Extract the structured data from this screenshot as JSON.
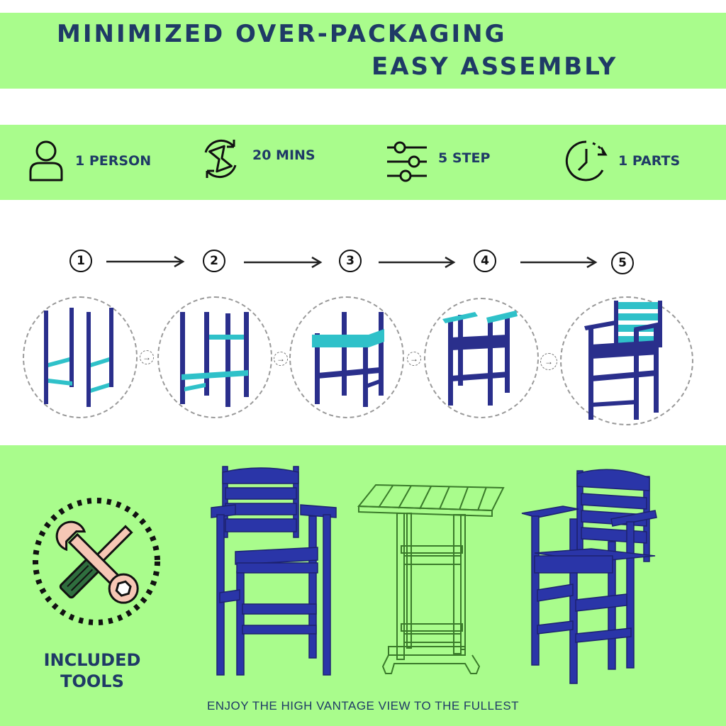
{
  "header": {
    "line1": "MINIMIZED OVER-PACKAGING",
    "line2": "EASY ASSEMBLY"
  },
  "features": [
    {
      "icon": "person-icon",
      "label": "1 PERSON"
    },
    {
      "icon": "hourglass-refresh-icon",
      "label": "20 MINS"
    },
    {
      "icon": "sliders-icon",
      "label": "5 STEP"
    },
    {
      "icon": "clock-icon",
      "label": "1 PARTS"
    }
  ],
  "steps": [
    "1",
    "2",
    "3",
    "4",
    "5"
  ],
  "tools": {
    "icon": "wrench-screwdriver-icon",
    "label_line1": "INCLUDED",
    "label_line2": "TOOLS"
  },
  "footer": {
    "text": "ENJOY THE HIGH VANTAGE VIEW TO THE FULLEST"
  },
  "colors": {
    "band_green": "#a9fc8c",
    "navy_text": "#1f3a66",
    "chair_navy": "#2a2f8c",
    "chair_teal": "#2fc1c9"
  }
}
